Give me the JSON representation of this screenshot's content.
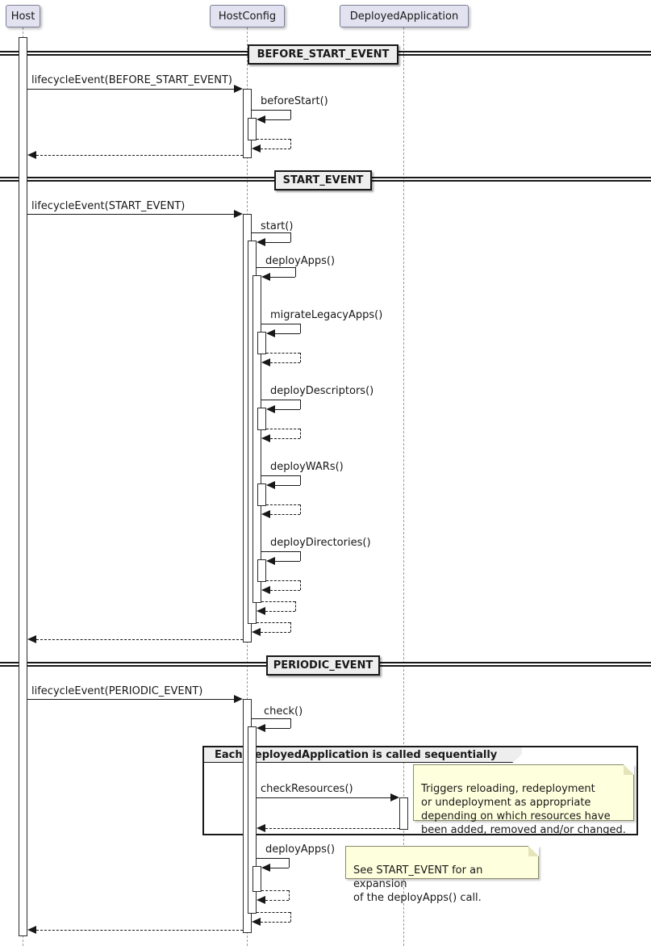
{
  "participants": {
    "host": "Host",
    "host_config": "HostConfig",
    "deployed_application": "DeployedApplication"
  },
  "dividers": {
    "before_start": "BEFORE_START_EVENT",
    "start": "START_EVENT",
    "periodic": "PERIODIC_EVENT"
  },
  "messages": {
    "lifecycle_before_start": "lifecycleEvent(BEFORE_START_EVENT)",
    "before_start": "beforeStart()",
    "lifecycle_start": "lifecycleEvent(START_EVENT)",
    "start": "start()",
    "deploy_apps": "deployApps()",
    "migrate_legacy_apps": "migrateLegacyApps()",
    "deploy_descriptors": "deployDescriptors()",
    "deploy_wars": "deployWARs()",
    "deploy_directories": "deployDirectories()",
    "lifecycle_periodic": "lifecycleEvent(PERIODIC_EVENT)",
    "check": "check()",
    "check_resources": "checkResources()",
    "deploy_apps_periodic": "deployApps()"
  },
  "group": {
    "label": "Each DeployedApplication is called sequentially"
  },
  "notes": {
    "check_resources_note": "Triggers reloading, redeployment\nor undeployment as appropriate\ndepending on which resources have\nbeen added, removed and/or changed.",
    "deploy_apps_note": "See START_EVENT for an expansion\nof the deployApps() call."
  },
  "colors": {
    "participant_fill": "#E2E2F0",
    "divider_fill": "#EEEEEE",
    "group_header_fill": "#EEEEEE",
    "note_fill": "#FEFFDD",
    "line": "#181818",
    "lifeline": "#9A9A9A"
  }
}
